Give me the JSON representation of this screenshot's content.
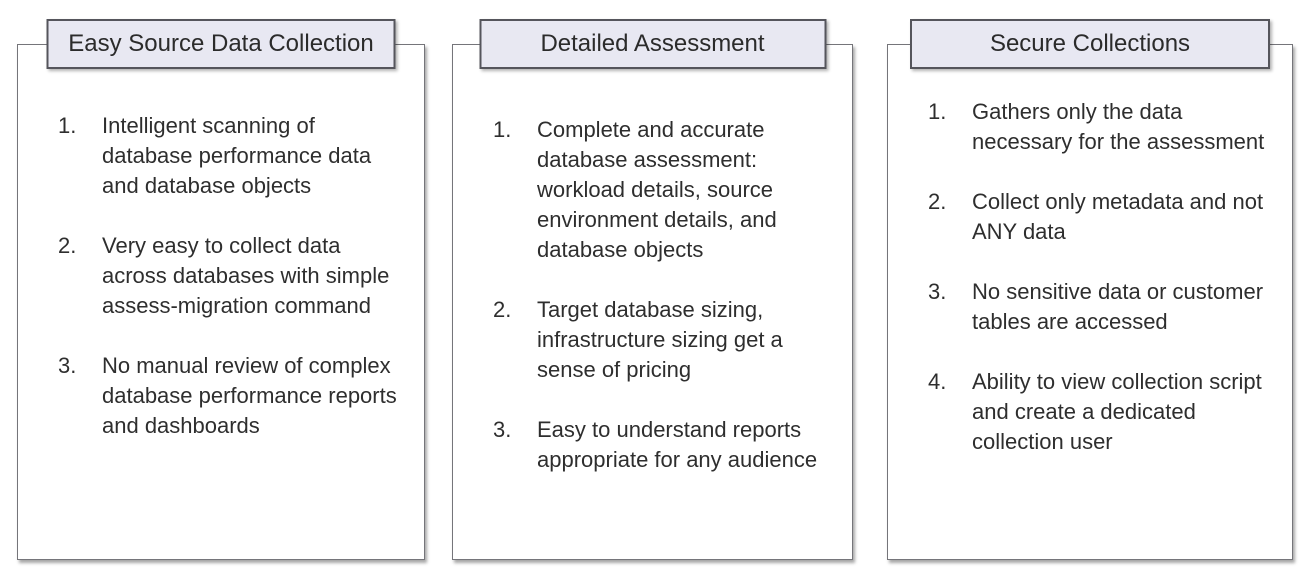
{
  "colors": {
    "background": "#ffffff",
    "title_box_fill": "#e8e8f2",
    "title_box_border": "#55555c",
    "panel_border": "#75757a",
    "text": "#2e2e2e"
  },
  "panels": [
    {
      "title": "Easy Source Data Collection",
      "items": [
        {
          "num": "1.",
          "text": "Intelligent scanning of database performance data and database objects"
        },
        {
          "num": "2.",
          "text": "Very easy to collect data across databases with simple assess-migration command"
        },
        {
          "num": "3.",
          "text": "No manual review of complex database performance reports and dashboards"
        }
      ]
    },
    {
      "title": "Detailed Assessment",
      "items": [
        {
          "num": "1.",
          "text": "Complete and accurate database assessment: workload details, source environment details, and database objects"
        },
        {
          "num": "2.",
          "text": "Target database sizing, infrastructure sizing get a sense of pricing"
        },
        {
          "num": "3.",
          "text": "Easy to understand reports appropriate for any audience"
        }
      ]
    },
    {
      "title": "Secure Collections",
      "items": [
        {
          "num": "1.",
          "text": "Gathers only the data necessary for the assessment"
        },
        {
          "num": "2.",
          "text": "Collect only metadata and not ANY data"
        },
        {
          "num": "3.",
          "text": "No sensitive data or customer tables are accessed"
        },
        {
          "num": "4.",
          "text": "Ability to view collection script and create a dedicated collection user"
        }
      ]
    }
  ]
}
